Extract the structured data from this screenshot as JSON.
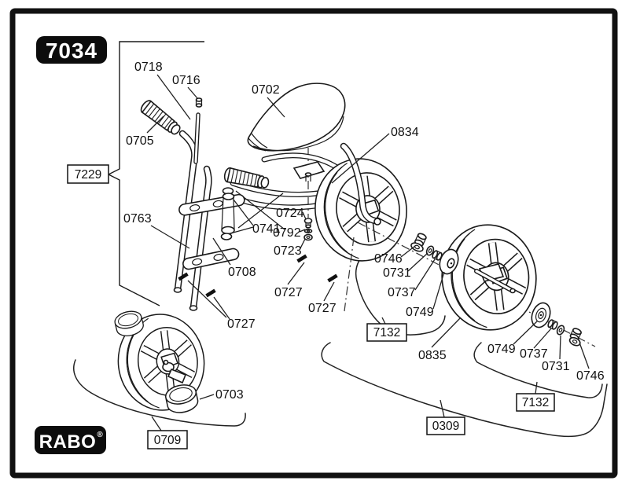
{
  "colors": {
    "ink": "#111111",
    "paper": "#ffffff"
  },
  "figure": {
    "code": "7034",
    "brand": "RABO",
    "registered_mark": "®"
  },
  "box_labels": {
    "n7229": "7229",
    "n7132": "7132",
    "n0709": "0709",
    "n0309": "0309"
  },
  "part_labels": {
    "n0702": "0702",
    "n0703": "0703",
    "n0705": "0705",
    "n0708": "0708",
    "n0716": "0716",
    "n0718": "0718",
    "n0723": "0723",
    "n0724": "0724",
    "n0727": "0727",
    "n0731": "0731",
    "n0737": "0737",
    "n0741": "0741",
    "n0746": "0746",
    "n0749": "0749",
    "n0763": "0763",
    "n0792": "0792",
    "n0834": "0834",
    "n0835": "0835"
  },
  "label_counts": {
    "n0727": 3,
    "n0731": 2,
    "n0737": 2,
    "n0746": 2,
    "n0749": 2,
    "n7132": 2
  }
}
